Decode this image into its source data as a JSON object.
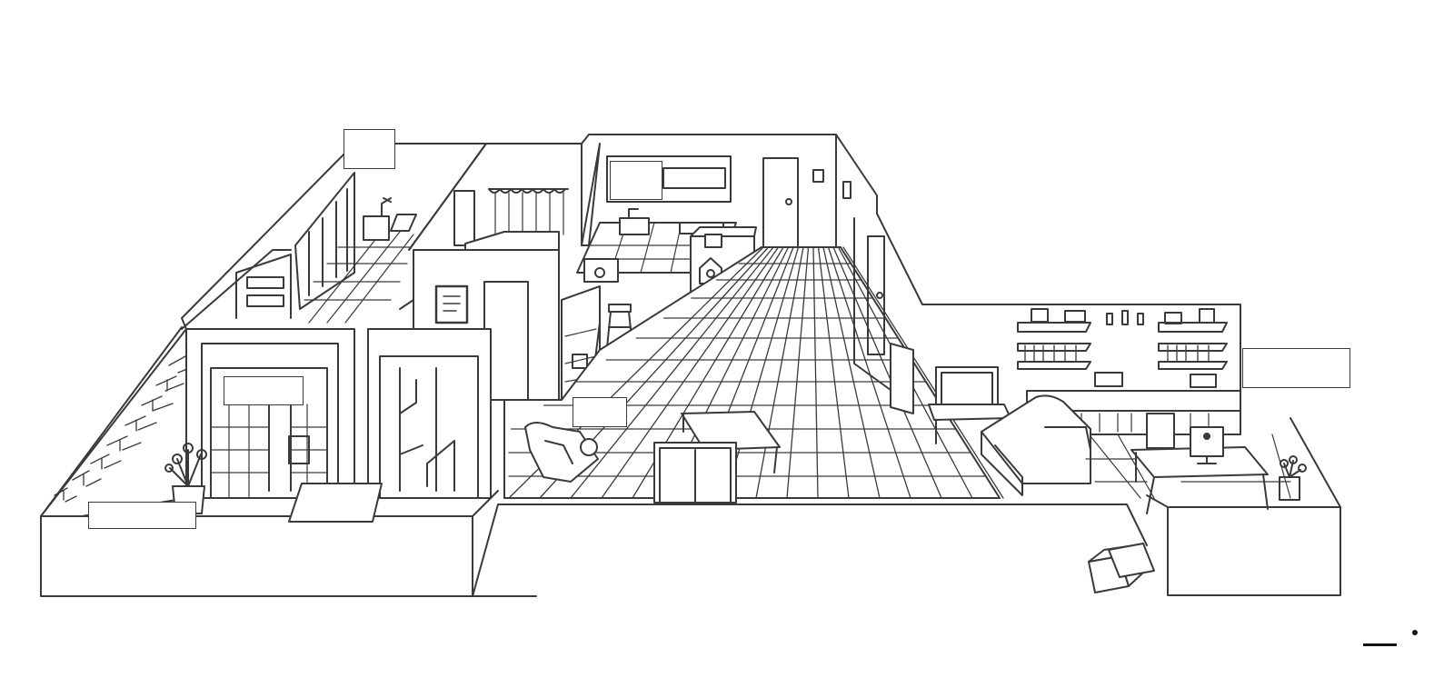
{
  "diagram": {
    "kind": "isometric floor plan sketch",
    "colors": {
      "line": "#3a3a3a",
      "background": "#ffffff",
      "label_fill": "#ffffff"
    },
    "labels": {
      "top_left": "",
      "kitchen": "",
      "bathroom": "",
      "living": "",
      "right": "",
      "bottom_left": ""
    },
    "icons": [
      "floor-tile-grid",
      "sofa",
      "armchair",
      "coffee-table",
      "tv",
      "bookshelf",
      "desk",
      "computer",
      "plant",
      "lamp",
      "cuckoo-clock",
      "bar-stool",
      "boxes",
      "door"
    ]
  }
}
